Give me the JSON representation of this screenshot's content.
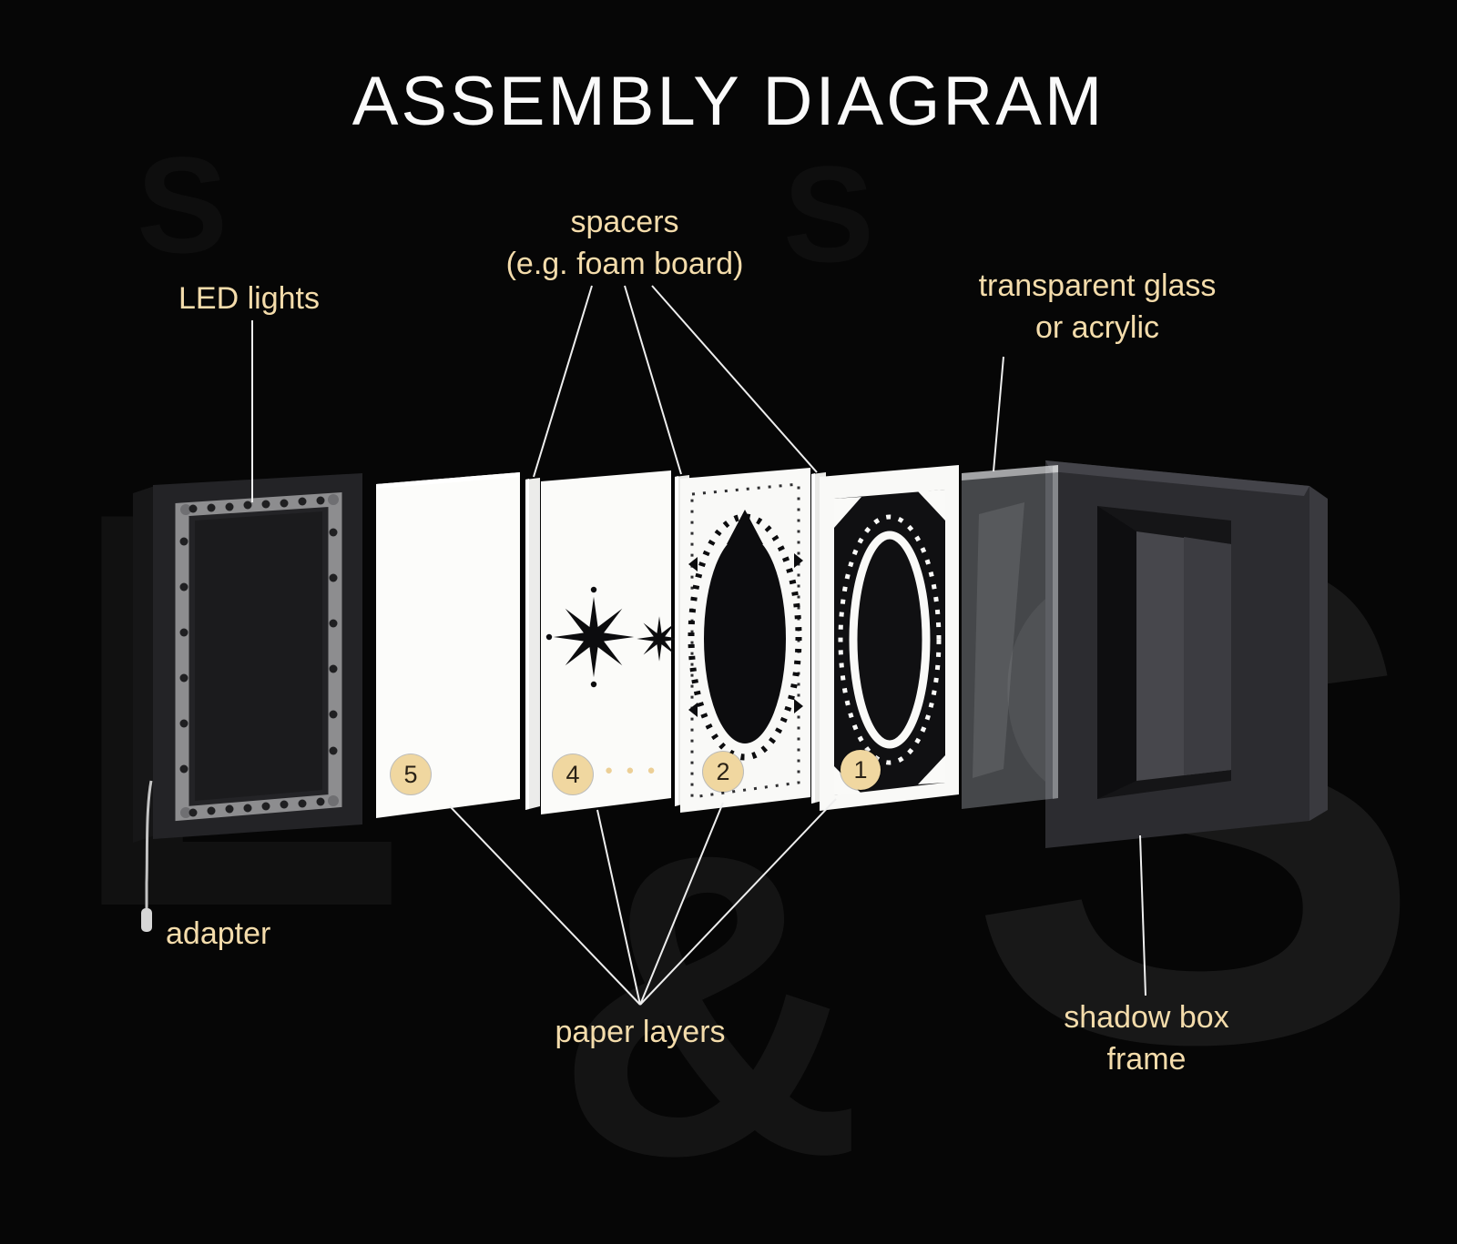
{
  "title": "ASSEMBLY DIAGRAM",
  "labels": {
    "led_lights": "LED lights",
    "spacers": "spacers",
    "spacers_sub": "(e.g. foam board)",
    "glass_1": "transparent glass",
    "glass_2": "or acrylic",
    "adapter": "adapter",
    "paper_layers": "paper layers",
    "shadow_box_1": "shadow box",
    "shadow_box_2": "frame"
  },
  "layer_badges": [
    "5",
    "4",
    "2",
    "1"
  ],
  "hidden_layers_indicator": "● ● ●",
  "watermark_letters": [
    "L",
    "&",
    "S"
  ],
  "colors": {
    "background": "#060606",
    "accent": "#f4dcab",
    "leader_line": "#eeeeee",
    "paper": "#f9f9f7",
    "badge": "#f0d7a0"
  }
}
